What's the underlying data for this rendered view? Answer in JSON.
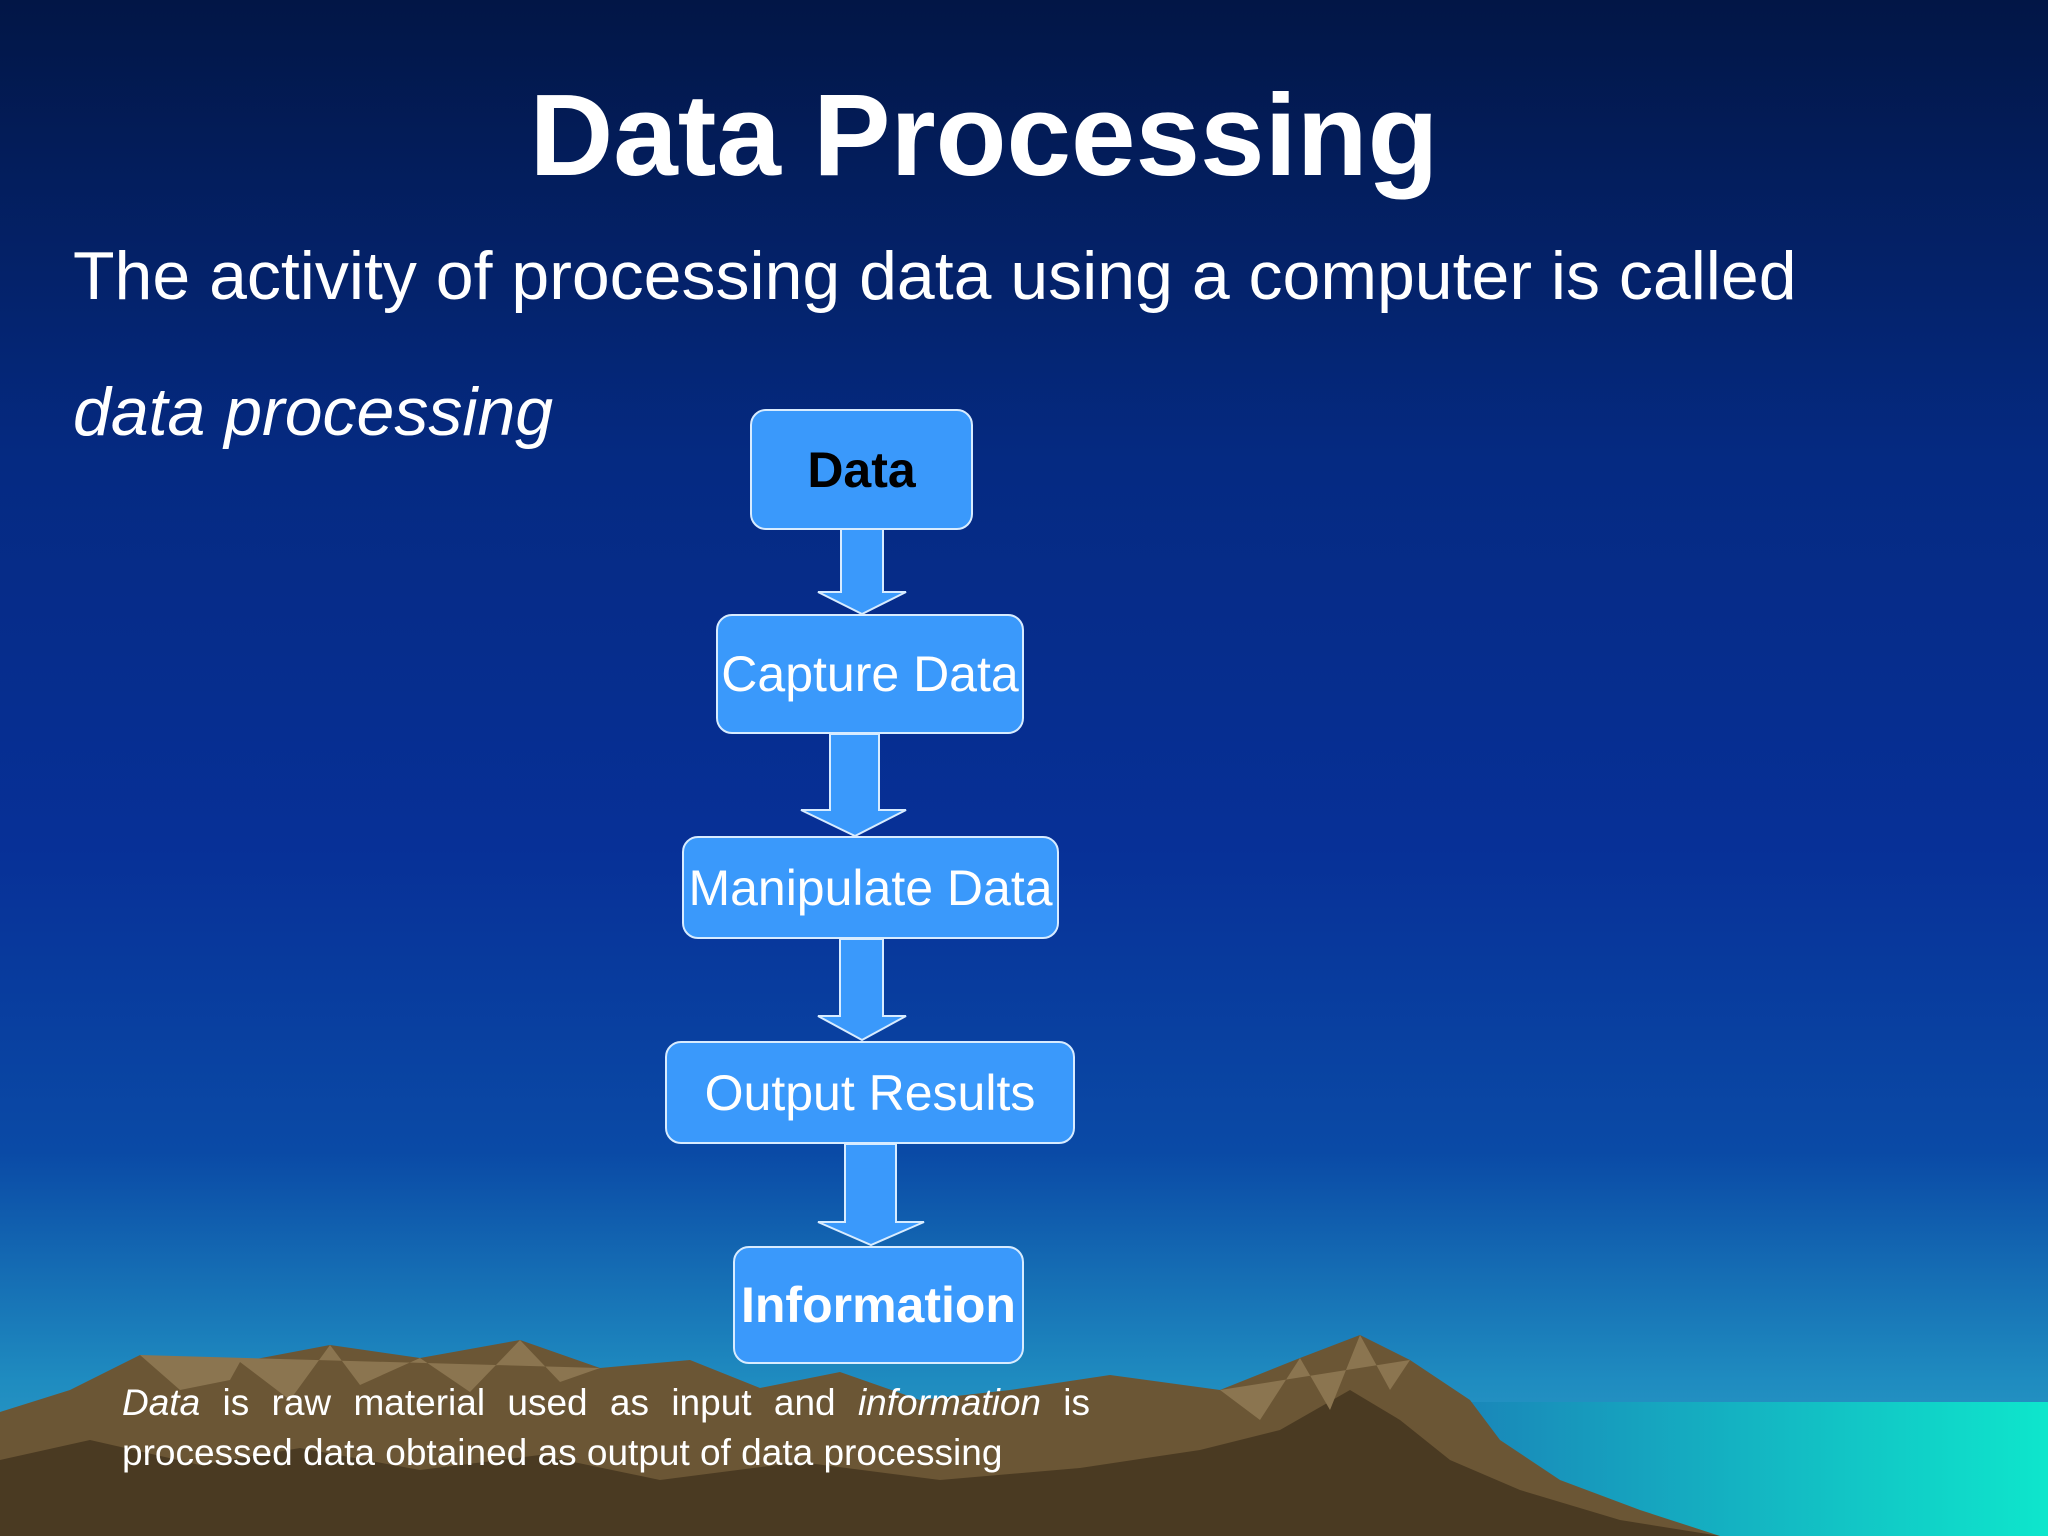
{
  "slide": {
    "title": "Data Processing",
    "intro_line1": "The activity of processing data using a computer is called",
    "intro_line2": "data processing"
  },
  "flow": {
    "steps": [
      "Data",
      "Capture Data",
      "Manipulate Data",
      "Output Results",
      "Information"
    ]
  },
  "caption": {
    "term_data": "Data",
    "text_a": " is raw material used as input and ",
    "term_information": "information",
    "text_b": " is processed data obtained as output of data processing"
  },
  "colors": {
    "box_fill": "#3a99fb",
    "box_border": "#d8ecff",
    "sea": "#0ed6c8"
  }
}
